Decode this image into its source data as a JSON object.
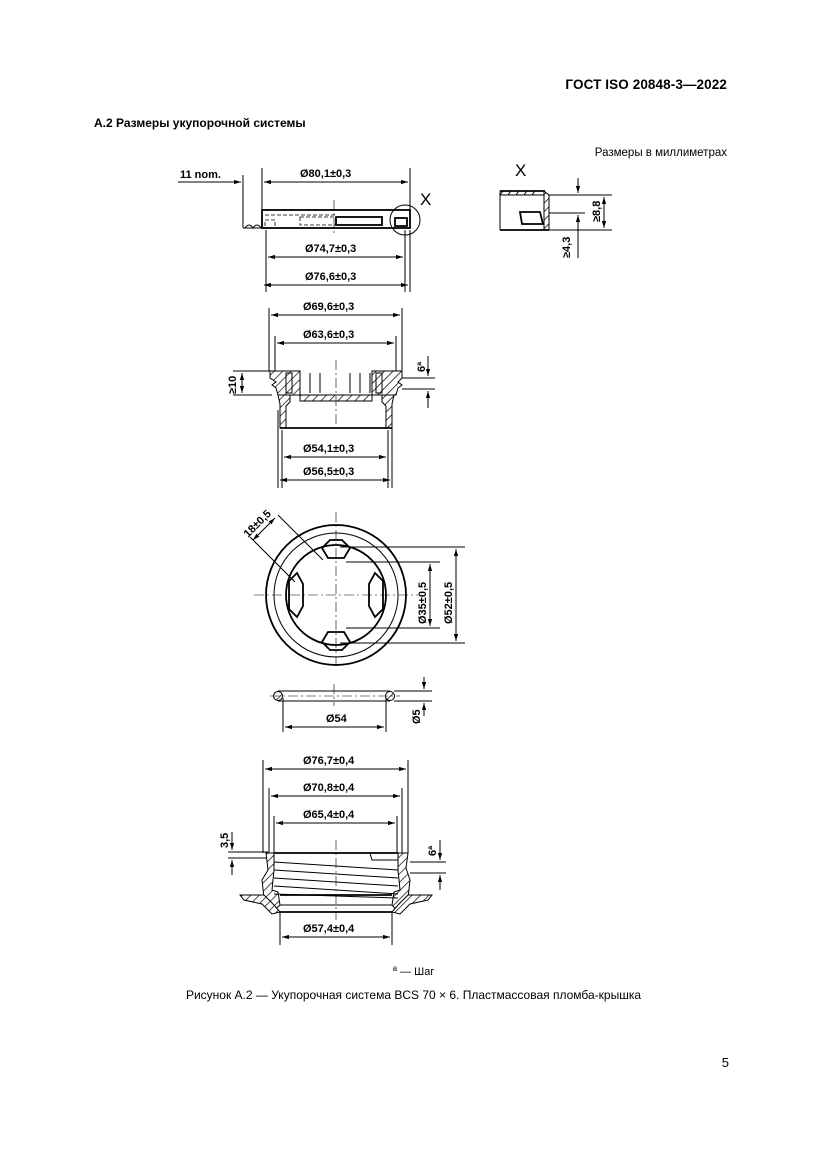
{
  "header": {
    "standard": "ГОСТ ISO 20848-3—2022"
  },
  "section": {
    "title": "А.2  Размеры укупорочной системы"
  },
  "units_note": "Размеры в миллиметрах",
  "figure": {
    "cap_view": {
      "nominal_label": "11 nom.",
      "dims": [
        "Ø80,1±0,3",
        "Ø74,7±0,3",
        "Ø76,6±0,3"
      ],
      "detail_marker": "X"
    },
    "detail_x": {
      "label": "X",
      "dims": [
        "≥8,8",
        "≥4,3"
      ]
    },
    "insert_section": {
      "dims_top": [
        "Ø69,6±0,3",
        "Ø63,6±0,3"
      ],
      "height": "≥10",
      "pitch": "6ª",
      "dims_bottom": [
        "Ø54,1±0,3",
        "Ø56,5±0,3"
      ]
    },
    "insert_plan": {
      "angle_dim": "18±0,5",
      "dims": [
        "Ø35±0,5",
        "Ø52±0,5"
      ]
    },
    "o_ring": {
      "diameter": "Ø54",
      "section": "Ø5"
    },
    "flange_section": {
      "dims_top": [
        "Ø76,7±0,4",
        "Ø70,8±0,4",
        "Ø65,4±0,4"
      ],
      "offset": "3,5",
      "pitch": "6ª",
      "dim_bottom": "Ø57,4±0,4"
    }
  },
  "footnote": {
    "marker": "а",
    "text": " — Шаг"
  },
  "caption": "Рисунок А.2 — Укупорочная система BCS 70 × 6. Пластмассовая пломба-крышка",
  "page_number": "5"
}
